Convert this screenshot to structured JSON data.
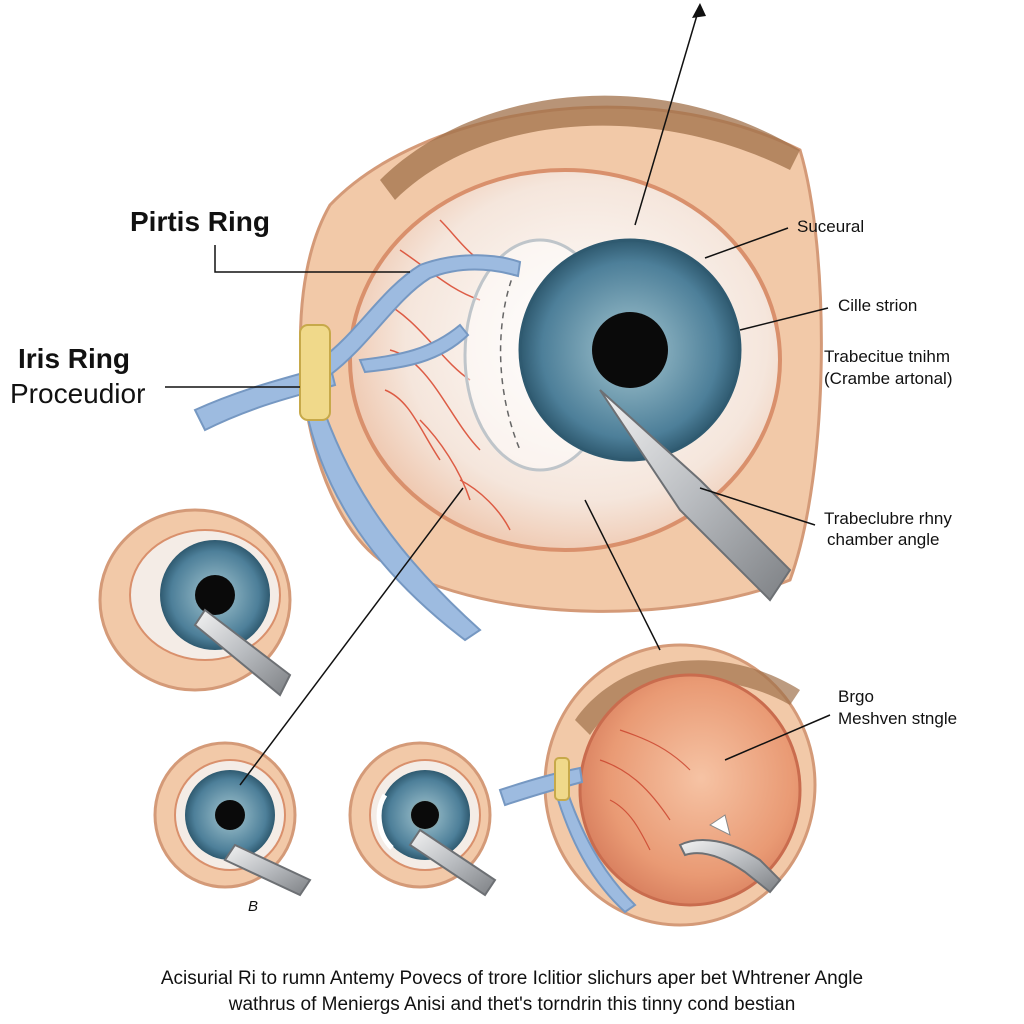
{
  "labels": {
    "pirtis_ring": "Pirtis Ring",
    "iris_ring_line1": "Iris Ring",
    "iris_ring_line2": "Proceudior",
    "sucleural": "Suceural",
    "cille_strion": "Cille strion",
    "trabecitue_line1": "Trabecitue tnihm",
    "trabecitue_line2": "(Crambe artonal)",
    "trabeclubre_line1": "Trabeclubre rhny",
    "trabeclubre_line2": "chamber angle",
    "brgo_line1": "Brgo",
    "brgo_line2": "Meshven stngle",
    "panel_b": "B"
  },
  "caption": {
    "line1": "Acisurial Ri to rumn Antemy Povecs of trore Iclitior slichurs aper bet Whtrener Angle",
    "line2": "wathrus of Meniergs Anisi and thet's torndrin this tinny cond bestian"
  },
  "colors": {
    "skin": "#f2c9a8",
    "skin_dark": "#e0a07a",
    "iris": "#5e8fa6",
    "sclera": "#f4ece6",
    "vessel": "#d9452c",
    "tube": "#9dbbe0",
    "brow": "#a0704a",
    "ring_band": "#f0d98a"
  },
  "icons": [
    "eye-illustration",
    "surgical-instrument-icon",
    "cannula-tube-icon"
  ]
}
